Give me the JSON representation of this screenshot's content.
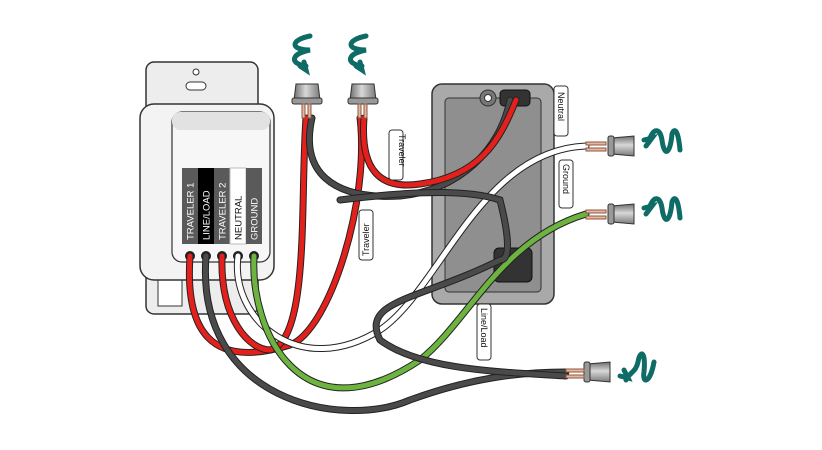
{
  "diagram": {
    "title": "3-way smart switch wiring diagram",
    "switch_terminals": [
      {
        "label": "TRAVELER 1",
        "wire_color": "#e3201b",
        "bg": "#5a5a5a",
        "text_color": "#ffffff"
      },
      {
        "label": "LINE/LOAD",
        "wire_color": "#4a4a4a",
        "bg": "#000000",
        "text_color": "#ffffff"
      },
      {
        "label": "TRAVELER 2",
        "wire_color": "#e3201b",
        "bg": "#5a5a5a",
        "text_color": "#ffffff"
      },
      {
        "label": "NEUTRAL",
        "wire_color": "#ffffff",
        "bg": "#ffffff",
        "text_color": "#111111"
      },
      {
        "label": "GROUND",
        "wire_color": "#6cb33f",
        "bg": "#5a5a5a",
        "text_color": "#ffffff"
      }
    ],
    "wire_tags": {
      "traveler_top": "Traveler",
      "traveler_bottom": "Traveler",
      "neutral": "Neutral",
      "ground": "Ground",
      "line_load": "Line/Load"
    },
    "icons": {
      "wire_nut": "wire-nut-icon",
      "twist_arrow": "twist-arrow-icon",
      "junction_box": "junction-box-icon",
      "switch": "smart-switch-icon"
    },
    "colors": {
      "red_wire": "#e3201b",
      "black_wire": "#4a4a4a",
      "white_wire": "#ffffff",
      "green_wire": "#6cb33f",
      "copper": "#e9b7a0",
      "arrow_teal": "#0f6b66",
      "box_gray": "#9a9a9a"
    }
  }
}
